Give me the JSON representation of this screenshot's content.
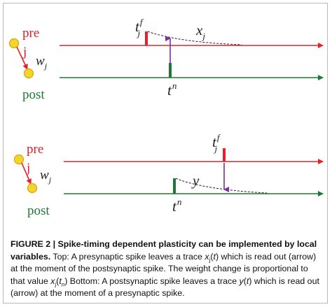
{
  "figure": {
    "colors": {
      "pre": "#e5202b",
      "post": "#1e7a33",
      "arrow": "#7a2fa0",
      "neuron_fill": "#f4d52a",
      "neuron_stroke": "#d4a515",
      "trace": "#222222",
      "border": "#b9b9b9"
    },
    "top_panel": {
      "pre_label": "pre",
      "synapse_label": "j",
      "weight_label": "w",
      "weight_sub": "j",
      "post_label": "post",
      "pre_spike_label": "t",
      "pre_spike_sup": "f",
      "pre_spike_sub": "j",
      "trace_label": "x",
      "trace_sub": "j",
      "post_spike_label": "t",
      "post_spike_sup": "n"
    },
    "bottom_panel": {
      "pre_label": "pre",
      "synapse_label": "j",
      "weight_label": "w",
      "weight_sub": "j",
      "post_label": "post",
      "pre_spike_label": "t",
      "pre_spike_sup": "f",
      "pre_spike_sub": "j",
      "trace_label": "y",
      "post_spike_label": "t",
      "post_spike_sup": "n"
    }
  },
  "caption": {
    "bold": "FIGURE 2 | Spike-timing dependent plasticity can be implemented by local variables.",
    "t1": " Top: A presynaptic spike leaves a trace ",
    "x_var": "x",
    "x_sub": "j",
    "t_open": "(",
    "t_var": "t",
    "t_close": ")",
    "t2": " which is read out (arrow) at the moment of the postsynaptic spike. The weight change is proportional to that value ",
    "x2_var": "x",
    "x2_sub": "j",
    "x2_open": "(",
    "x2_t": "t",
    "x2_tsub": "n",
    "x2_close": ")",
    "t3": " Bottom: A postsynaptic spike leaves a trace ",
    "y_var": "y",
    "y_open": "(",
    "y_t": "t",
    "y_close": ")",
    "t4": " which is read out (arrow) at the moment of a presynaptic spike."
  }
}
